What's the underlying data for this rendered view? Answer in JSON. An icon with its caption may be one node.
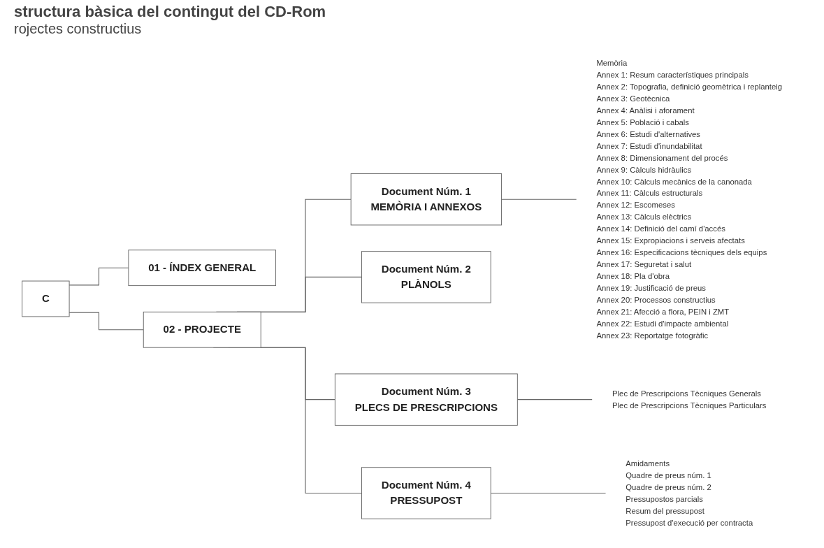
{
  "diagram": {
    "title": "structura bàsica del contingut del CD-Rom",
    "labels": [
      "rojectes constructius"
    ],
    "nodes": [
      {
        "text": [
          "C"
        ]
      },
      {
        "text": [
          "01 - ÍNDEX GENERAL"
        ]
      },
      {
        "text": [
          "02 - PROJECTE"
        ]
      },
      {
        "text": [
          "Document Núm. 1",
          "MEMÒRIA I ANNEXOS"
        ]
      },
      {
        "text": [
          "Document Núm. 2",
          "PLÀNOLS"
        ]
      },
      {
        "text": [
          "Document Núm. 3",
          "PLECS DE PRESCRIPCIONS"
        ]
      },
      {
        "text": [
          "Document Núm. 4",
          "PRESSUPOST"
        ]
      },
      {
        "text": [
          "Memòria",
          "Annex 1: Resum característiques principals",
          "Annex 2: Topografia, definició geomètrica i replanteig",
          "Annex 3: Geotècnica",
          "Annex 4: Anàlisi i aforament",
          "Annex 5: Població i cabals",
          "Annex 6: Estudi d'alternatives",
          "Annex 7: Estudi d'inundabilitat",
          "Annex 8: Dimensionament del procés",
          "Annex 9: Càlculs hidràulics",
          "Annex 10: Càlculs mecànics de la canonada",
          "Annex 11: Càlculs estructurals",
          "Annex 12: Escomeses",
          "Annex 13: Càlculs elèctrics",
          "Annex 14: Definició del camí d'accés",
          "Annex 15: Expropiacions i serveis afectats",
          "Annex 16: Especificacions tècniques dels equips",
          "Annex 17: Seguretat i salut",
          "Annex 18: Pla d'obra",
          "Annex 19: Justificació de preus",
          "Annex 20: Processos constructius",
          "Annex 21: Afecció a flora, PEIN i ZMT",
          "Annex 22: Estudi d'impacte ambiental",
          "Annex 23: Reportatge fotogràfic"
        ]
      },
      {
        "text": [
          "Plec de Prescripcions Tècniques Generals",
          "Plec de Prescripcions Tècniques Particulars"
        ]
      },
      {
        "text": [
          "Amidaments",
          "Quadre de preus núm. 1",
          "Quadre de preus núm. 2",
          "Pressupostos parcials",
          "Resum del pressupost",
          "Pressupost d'execució per contracta"
        ]
      }
    ],
    "edges": [
      {
        "from": 0,
        "to": 1,
        "arrow": "none"
      },
      {
        "from": 0,
        "to": 2,
        "arrow": "none"
      },
      {
        "from": 2,
        "to": 3,
        "arrow": "none"
      },
      {
        "from": 2,
        "to": 4,
        "arrow": "none"
      },
      {
        "from": 2,
        "to": 5,
        "arrow": "none"
      },
      {
        "from": 2,
        "to": 6,
        "arrow": "none"
      },
      {
        "from": 3,
        "to": 7,
        "arrow": "none"
      },
      {
        "from": 5,
        "to": 8,
        "arrow": "none"
      },
      {
        "from": 6,
        "to": 9,
        "arrow": "none"
      }
    ]
  }
}
